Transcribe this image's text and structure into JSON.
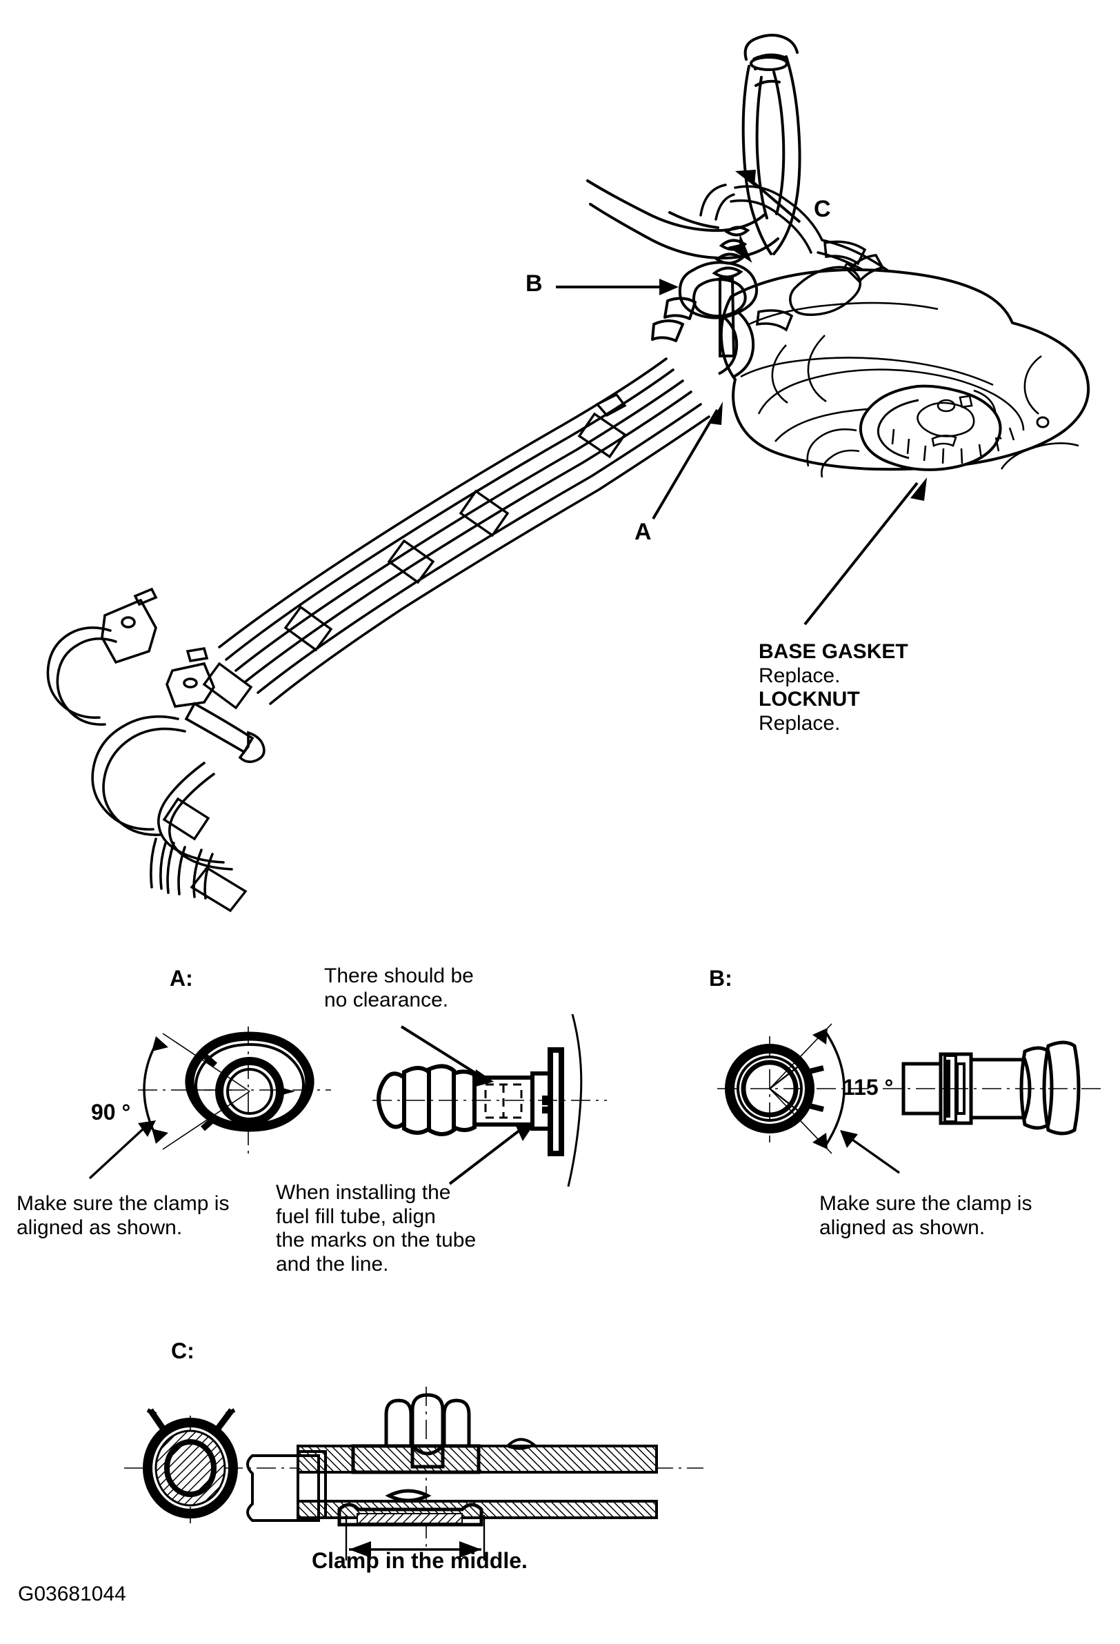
{
  "figure": {
    "id_code": "G03681044",
    "title_hidden": ""
  },
  "main_illustration": {
    "name": "fuel-tank-and-fuel-lines-assembly",
    "callouts": [
      {
        "key": "A",
        "label": "A"
      },
      {
        "key": "B",
        "label": "B"
      },
      {
        "key": "C",
        "label": "C"
      }
    ],
    "part_notes": [
      {
        "name": "BASE GASKET",
        "action": "Replace."
      },
      {
        "name": "LOCKNUT",
        "action": "Replace."
      }
    ]
  },
  "details": {
    "a": {
      "label": "A:",
      "angle": "90 °",
      "clamp_note": "Make sure the clamp is\naligned as shown.",
      "clearance_note": "There should be\nno clearance.",
      "install_note": "When installing the\nfuel fill tube, align\nthe marks on the tube\nand the line."
    },
    "b": {
      "label": "B:",
      "angle": "115 °",
      "clamp_note": "Make sure the clamp is\naligned as shown."
    },
    "c": {
      "label": "C:",
      "caption": "Clamp in the middle."
    }
  },
  "colors": {
    "ink": "#000000",
    "paper": "#ffffff"
  }
}
